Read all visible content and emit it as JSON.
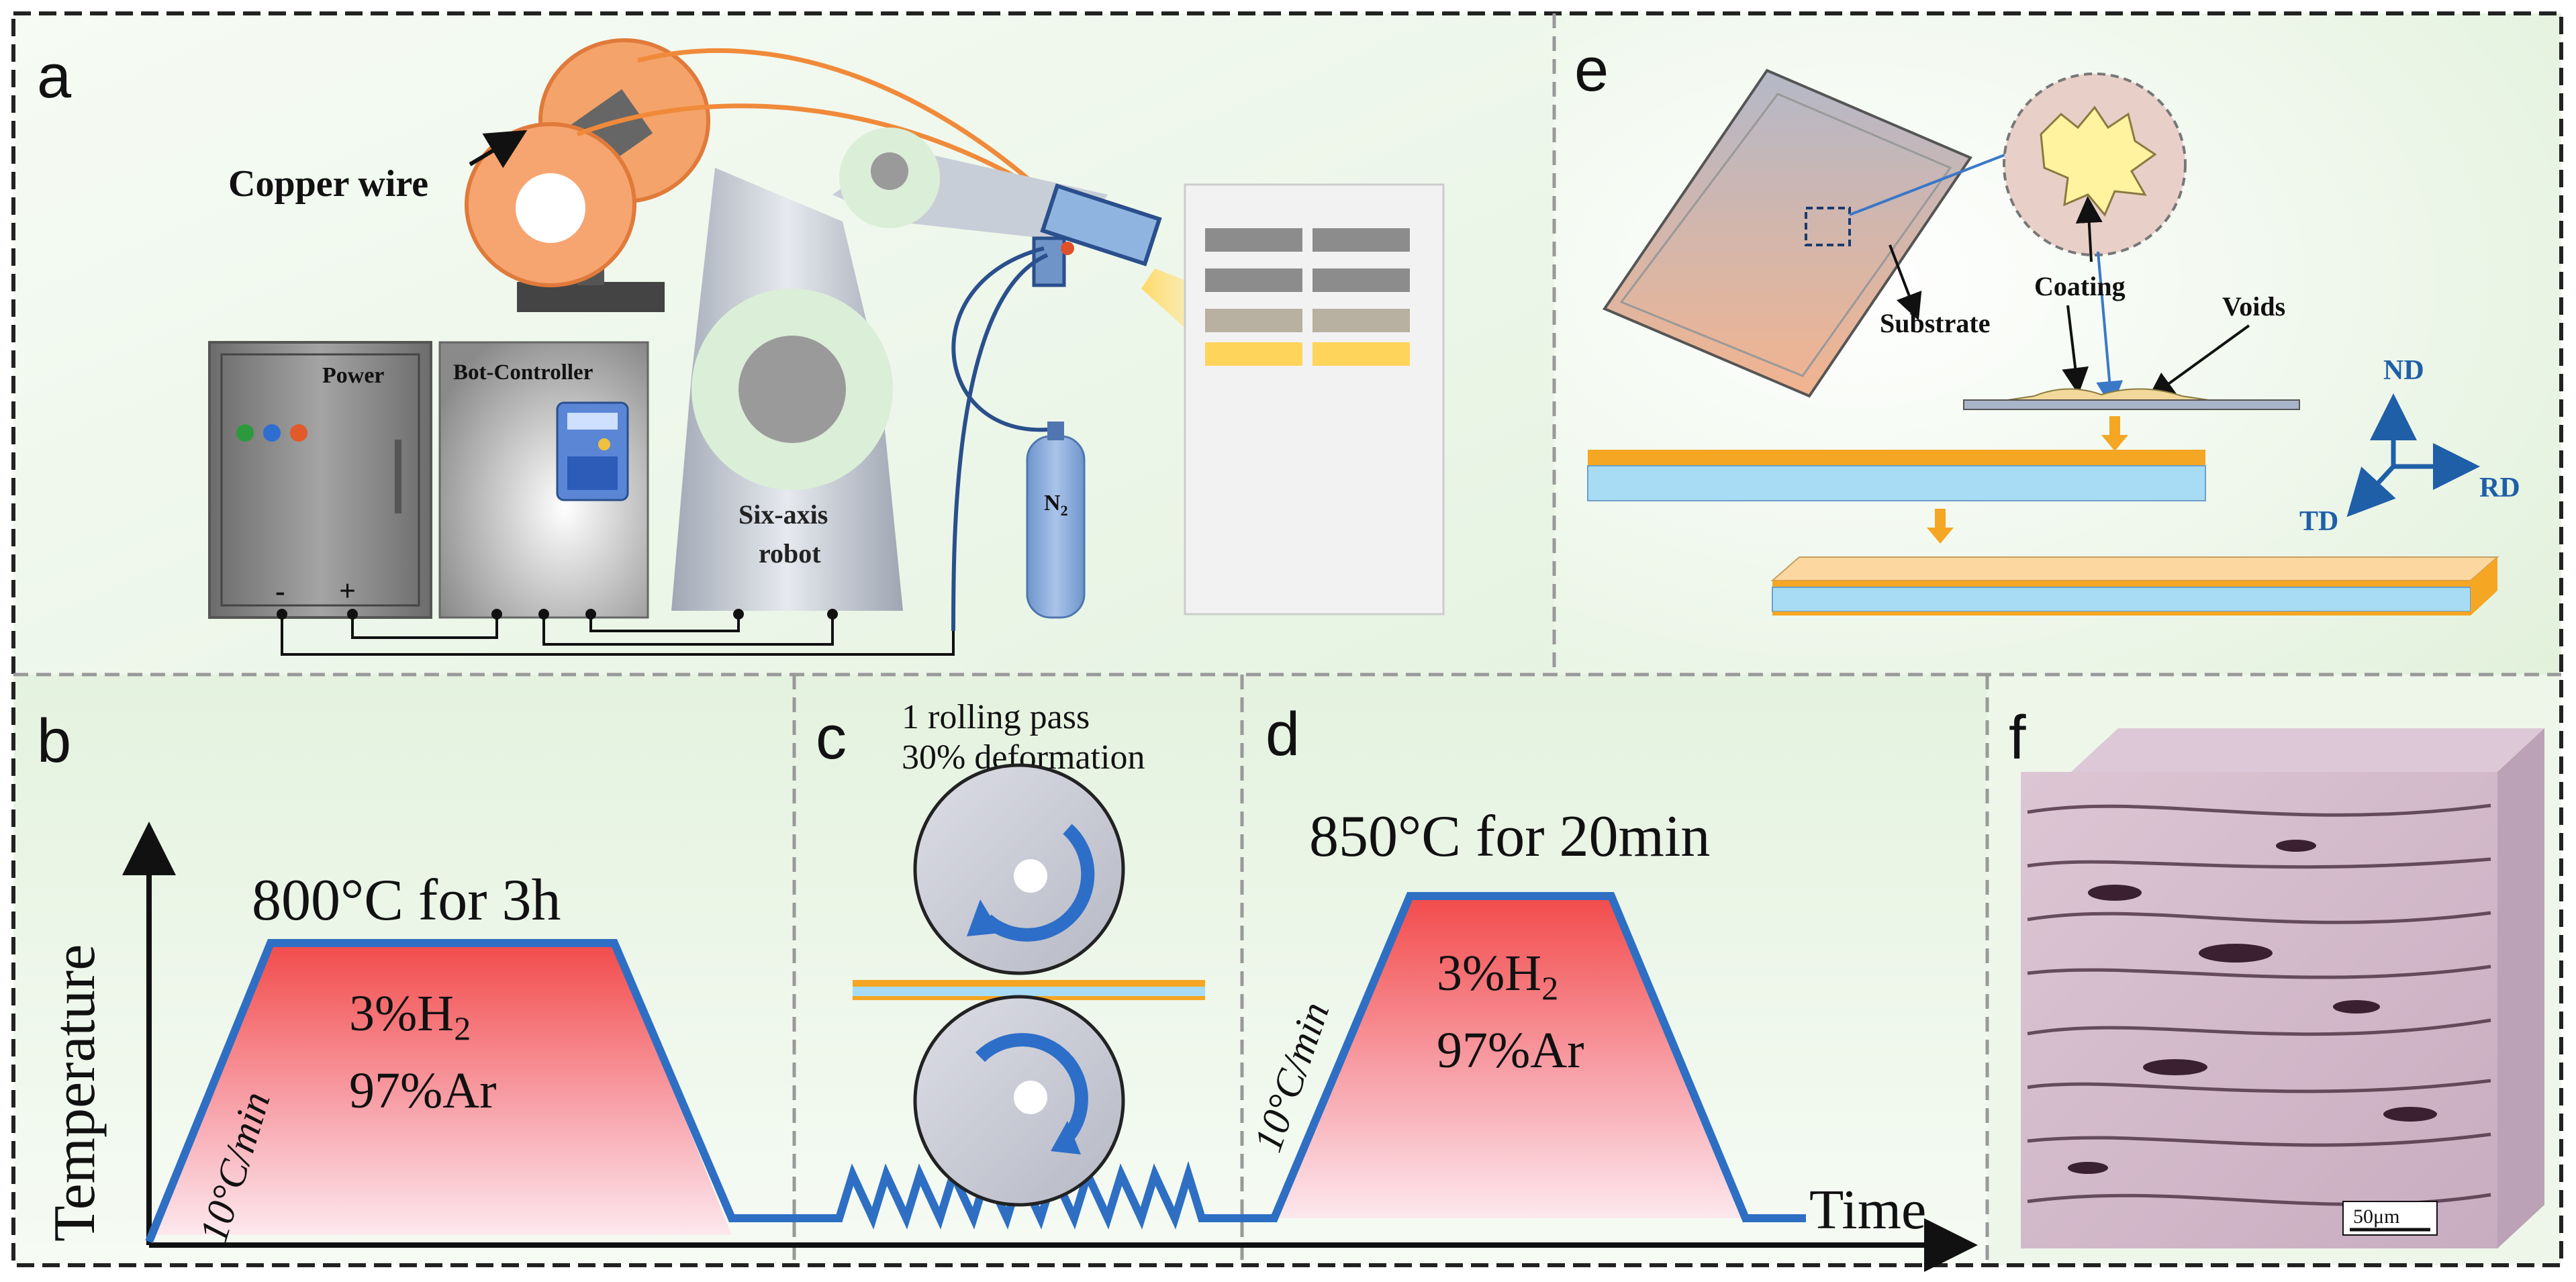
{
  "panels": {
    "a": {
      "letter": "a",
      "copper_wire": "Copper wire",
      "power": "Power",
      "minus": "-",
      "plus": "+",
      "bot_controller": "Bot-Controller",
      "robot_line1": "Six-axis",
      "robot_line2": "robot",
      "gas": "N",
      "gas_sub": "2"
    },
    "b": {
      "letter": "b",
      "ylabel": "Temperature",
      "hold": "800°C for 3h",
      "rate": "10°C/min",
      "atm1": "3%H",
      "atm1_sub": "2",
      "atm2": "97%Ar"
    },
    "c": {
      "letter": "c",
      "line1": "1 rolling pass",
      "line2": "30% deformation"
    },
    "d": {
      "letter": "d",
      "hold": "850°C for 20min",
      "rate": "10°C/min",
      "atm1": "3%H",
      "atm1_sub": "2",
      "atm2": "97%Ar",
      "xlabel": "Time"
    },
    "e": {
      "letter": "e",
      "coating": "Coating",
      "substrate": "Substrate",
      "voids": "Voids",
      "nd": "ND",
      "rd": "RD",
      "td": "TD"
    },
    "f": {
      "letter": "f",
      "scalebar": "50μm"
    }
  },
  "colors": {
    "accent_blue": "#2e6fc4",
    "orange": "#f7a24a",
    "fill_red": "#f25555",
    "border": "#333333"
  }
}
